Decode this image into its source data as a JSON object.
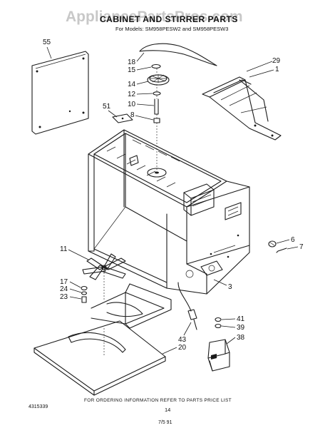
{
  "watermark": "AppliancePartsPros.com",
  "title": "CABINET AND STIRRER PARTS",
  "subtitle": "For Models: SM958PESW2 and SM958PESW3",
  "footer": {
    "ordering_note": "FOR ORDERING INFORMATION REFER TO PARTS PRICE LIST",
    "doc_number": "4315339",
    "page_number": "14",
    "bottom_mark": "7/5 91"
  },
  "callouts": {
    "c55": "55",
    "c18": "18",
    "c15": "15",
    "c14": "14",
    "c12": "12",
    "c10": "10",
    "c8": "8",
    "c51": "51",
    "c29": "29",
    "c1": "1",
    "c11": "11",
    "c17": "17",
    "c24": "24",
    "c23": "23",
    "c6": "6",
    "c7": "7",
    "c3": "3",
    "c41": "41",
    "c39": "39",
    "c38": "38",
    "c43": "43",
    "c20": "20"
  }
}
